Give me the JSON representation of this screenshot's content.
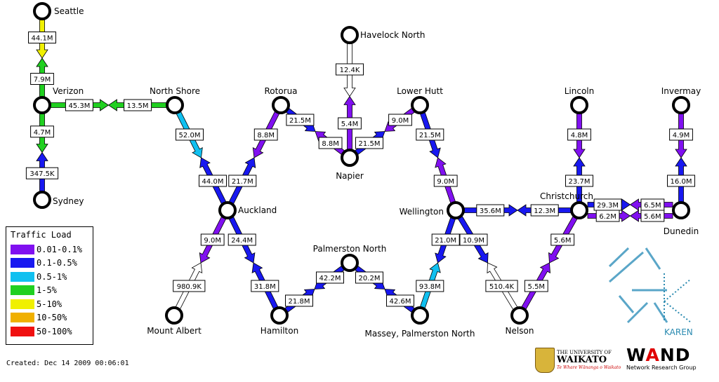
{
  "nodes": [
    {
      "id": "seattle",
      "label": "Seattle"
    },
    {
      "id": "verizon",
      "label": "Verizon"
    },
    {
      "id": "sydney",
      "label": "Sydney"
    },
    {
      "id": "north_shore",
      "label": "North Shore"
    },
    {
      "id": "rotorua",
      "label": "Rotorua"
    },
    {
      "id": "havelock",
      "label": "Havelock North"
    },
    {
      "id": "napier",
      "label": "Napier"
    },
    {
      "id": "lower_hutt",
      "label": "Lower Hutt"
    },
    {
      "id": "lincoln",
      "label": "Lincoln"
    },
    {
      "id": "invermay",
      "label": "Invermay"
    },
    {
      "id": "auckland",
      "label": "Auckland"
    },
    {
      "id": "wellington",
      "label": "Wellington"
    },
    {
      "id": "christchurch",
      "label": "Christchurch"
    },
    {
      "id": "dunedin",
      "label": "Dunedin"
    },
    {
      "id": "mount_albert",
      "label": "Mount Albert"
    },
    {
      "id": "hamilton",
      "label": "Hamilton"
    },
    {
      "id": "palmerston",
      "label": "Palmerston North"
    },
    {
      "id": "massey",
      "label": "Massey, Palmerston North"
    },
    {
      "id": "nelson",
      "label": "Nelson"
    }
  ],
  "links": [
    {
      "from": "seattle",
      "to": "verizon",
      "bw_out": "44.1M",
      "bw_in": "7.9M",
      "color_out": "#f0f000",
      "color_in": "#20d020"
    },
    {
      "from": "verizon",
      "to": "sydney",
      "bw_out": "4.7M",
      "bw_in": "347.5K",
      "color_out": "#20d020",
      "color_in": "#1818f0"
    },
    {
      "from": "verizon",
      "to": "north_shore",
      "bw_out": "45.3M",
      "bw_in": "13.5M",
      "color_out": "#20d020",
      "color_in": "#20d020"
    },
    {
      "from": "north_shore",
      "to": "auckland",
      "bw_out": "52.0M",
      "bw_in": "44.0M",
      "color_out": "#10c0f0",
      "color_in": "#1818f0"
    },
    {
      "from": "rotorua",
      "to": "auckland",
      "bw_out": "8.8M",
      "bw_in": "21.7M",
      "color_out": "#8010f0",
      "color_in": "#1818f0"
    },
    {
      "from": "rotorua",
      "to": "napier",
      "bw_out": "21.5M",
      "bw_in": "8.8M",
      "color_out": "#1818f0",
      "color_in": "#8010f0"
    },
    {
      "from": "havelock",
      "to": "napier",
      "bw_out": "12.4K",
      "bw_in": "5.4M",
      "color_out": "#ffffff",
      "color_in": "#8010f0"
    },
    {
      "from": "lower_hutt",
      "to": "napier",
      "bw_out": "9.0M",
      "bw_in": "21.5M",
      "color_out": "#8010f0",
      "color_in": "#1818f0"
    },
    {
      "from": "lower_hutt",
      "to": "wellington",
      "bw_out": "21.5M",
      "bw_in": "9.0M",
      "color_out": "#1818f0",
      "color_in": "#8010f0"
    },
    {
      "from": "wellington",
      "to": "christchurch",
      "bw_out": "35.6M",
      "bw_in": "12.3M",
      "color_out": "#1818f0",
      "color_in": "#1818f0"
    },
    {
      "from": "lincoln",
      "to": "christchurch",
      "bw_out": "4.8M",
      "bw_in": "23.7M",
      "color_out": "#8010f0",
      "color_in": "#1818f0"
    },
    {
      "from": "christchurch",
      "to": "dunedin",
      "bw_out": "29.3M",
      "bw_in": "6.5M",
      "color_out": "#1818f0",
      "color_in": "#8010f0",
      "offset": -8
    },
    {
      "from": "christchurch",
      "to": "dunedin",
      "bw_out": "6.2M",
      "bw_in": "5.6M",
      "color_out": "#8010f0",
      "color_in": "#8010f0",
      "offset": 8
    },
    {
      "from": "invermay",
      "to": "dunedin",
      "bw_out": "4.9M",
      "bw_in": "16.0M",
      "color_out": "#8010f0",
      "color_in": "#1818f0"
    },
    {
      "from": "auckland",
      "to": "mount_albert",
      "bw_out": "9.0M",
      "bw_in": "980.9K",
      "color_out": "#8010f0",
      "color_in": "#ffffff"
    },
    {
      "from": "auckland",
      "to": "hamilton",
      "bw_out": "24.4M",
      "bw_in": "31.8M",
      "color_out": "#1818f0",
      "color_in": "#1818f0"
    },
    {
      "from": "hamilton",
      "to": "palmerston",
      "bw_out": "21.8M",
      "bw_in": "42.2M",
      "color_out": "#1818f0",
      "color_in": "#1818f0"
    },
    {
      "from": "palmerston",
      "to": "massey",
      "bw_out": "20.2M",
      "bw_in": "42.6M",
      "color_out": "#1818f0",
      "color_in": "#1818f0"
    },
    {
      "from": "wellington",
      "to": "massey",
      "bw_out": "21.0M",
      "bw_in": "93.8M",
      "color_out": "#1818f0",
      "color_in": "#10c0f0"
    },
    {
      "from": "wellington",
      "to": "nelson",
      "bw_out": "10.9M",
      "bw_in": "510.4K",
      "color_out": "#1818f0",
      "color_in": "#ffffff"
    },
    {
      "from": "christchurch",
      "to": "nelson",
      "bw_out": "5.6M",
      "bw_in": "5.5M",
      "color_out": "#8010f0",
      "color_in": "#8010f0"
    }
  ],
  "legend": {
    "title": "Traffic Load",
    "items": [
      {
        "label": "0.01-0.1%",
        "color": "#8010f0"
      },
      {
        "label": "0.1-0.5%",
        "color": "#1818f0"
      },
      {
        "label": "0.5-1%",
        "color": "#10c0f0"
      },
      {
        "label": "1-5%",
        "color": "#20d020"
      },
      {
        "label": "5-10%",
        "color": "#f0f000"
      },
      {
        "label": "10-50%",
        "color": "#f0b000"
      },
      {
        "label": "50-100%",
        "color": "#f01010"
      }
    ]
  },
  "created": "Created: Dec 14 2009 00:06:01",
  "logos": {
    "waikato": {
      "line1": "THE UNIVERSITY OF",
      "line2": "WAIKATO",
      "line3": "Te Whare Wānanga o Waikato"
    },
    "wand": {
      "word_w": "W",
      "word_a": "A",
      "word_nd": "ND",
      "subtitle": "Network Research Group"
    },
    "karen": {
      "label": "KAREN"
    }
  }
}
